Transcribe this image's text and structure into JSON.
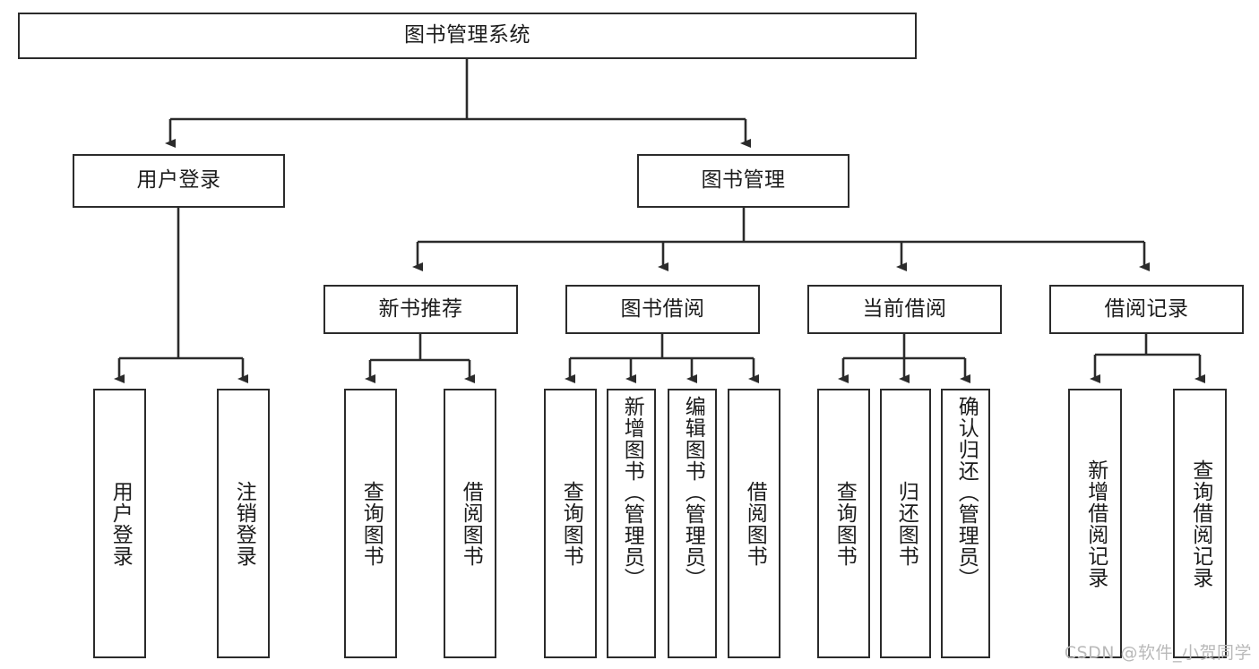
{
  "diagram": {
    "title_node": {
      "label": "图书管理系统"
    },
    "level2": [
      {
        "id": "user-login",
        "label": "用户登录"
      },
      {
        "id": "book-manage",
        "label": "图书管理"
      }
    ],
    "level3": [
      {
        "id": "new-book-rec",
        "label": "新书推荐"
      },
      {
        "id": "book-borrow",
        "label": "图书借阅"
      },
      {
        "id": "current-borrow",
        "label": "当前借阅"
      },
      {
        "id": "borrow-record",
        "label": "借阅记录"
      }
    ],
    "leaves": [
      {
        "id": "leaf-user-login",
        "label": "用户登录",
        "parent": "user-login"
      },
      {
        "id": "leaf-logout",
        "label": "注销登录",
        "parent": "user-login"
      },
      {
        "id": "leaf-query-book-1",
        "label": "查询图书",
        "parent": "new-book-rec"
      },
      {
        "id": "leaf-borrow-book-1",
        "label": "借阅图书",
        "parent": "new-book-rec"
      },
      {
        "id": "leaf-query-book-2",
        "label": "查询图书",
        "parent": "book-borrow"
      },
      {
        "id": "leaf-add-book",
        "label": "新增图书（管理员）",
        "parent": "book-borrow"
      },
      {
        "id": "leaf-edit-book",
        "label": "编辑图书（管理员）",
        "parent": "book-borrow"
      },
      {
        "id": "leaf-borrow-book-2",
        "label": "借阅图书",
        "parent": "book-borrow"
      },
      {
        "id": "leaf-query-book-3",
        "label": "查询图书",
        "parent": "current-borrow"
      },
      {
        "id": "leaf-return-book",
        "label": "归还图书",
        "parent": "current-borrow"
      },
      {
        "id": "leaf-confirm-return",
        "label": "确认归还（管理员）",
        "parent": "current-borrow"
      },
      {
        "id": "leaf-add-record",
        "label": "新增借阅记录",
        "parent": "borrow-record"
      },
      {
        "id": "leaf-query-record",
        "label": "查询借阅记录",
        "parent": "borrow-record"
      }
    ]
  },
  "watermark": {
    "text": "CSDN @软件_小贺同学"
  },
  "colors": {
    "border": "#2b2b2b",
    "text": "#1c1c1c",
    "background": "#ffffff",
    "watermark": "#b9b9b9"
  }
}
